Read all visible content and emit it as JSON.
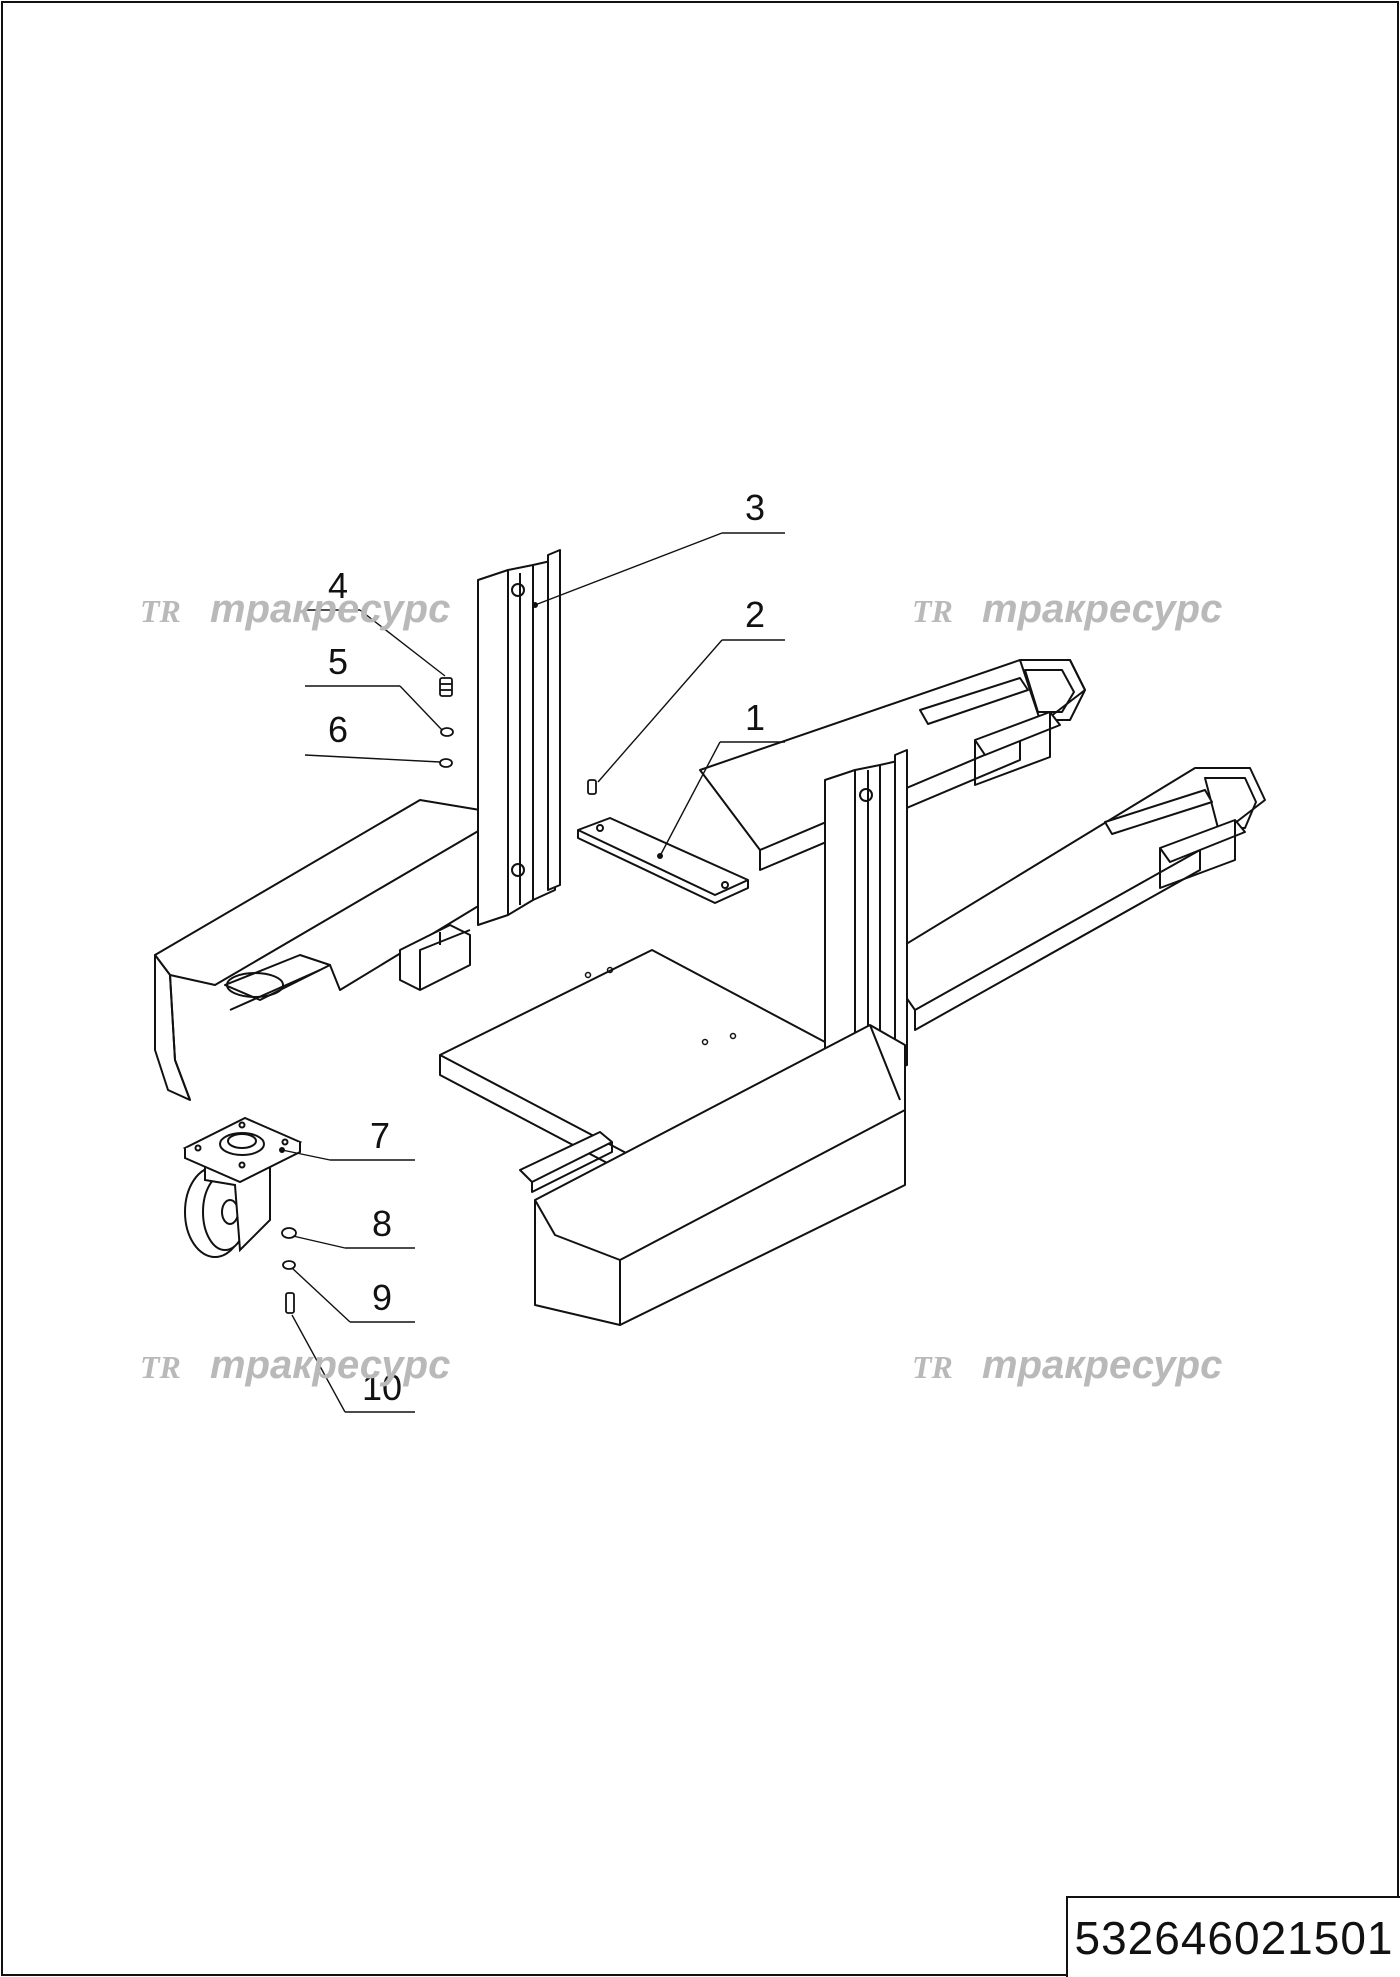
{
  "drawing": {
    "callouts": [
      {
        "num": "1"
      },
      {
        "num": "2"
      },
      {
        "num": "3"
      },
      {
        "num": "4"
      },
      {
        "num": "5"
      },
      {
        "num": "6"
      },
      {
        "num": "7"
      },
      {
        "num": "8"
      },
      {
        "num": "9"
      },
      {
        "num": "10"
      }
    ],
    "watermark": {
      "logo": "TR",
      "text": "тракресурс"
    }
  },
  "title_block": {
    "document_number": "532646021501"
  },
  "colors": {
    "line": "#111111",
    "watermark": "#b9b9b9",
    "background": "#ffffff"
  }
}
